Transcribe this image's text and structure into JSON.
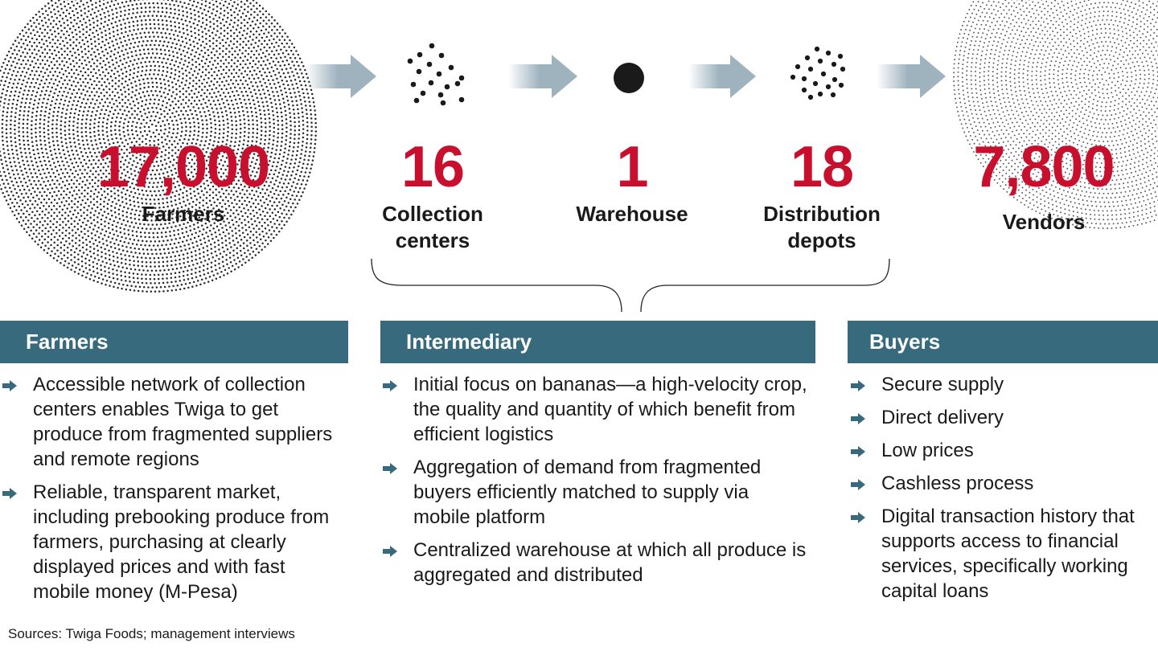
{
  "stats": [
    {
      "number": "17,000",
      "label": "Farmers"
    },
    {
      "number": "16",
      "label": "Collection centers"
    },
    {
      "number": "1",
      "label": "Warehouse"
    },
    {
      "number": "18",
      "label": "Distribution depots"
    },
    {
      "number": "7,800",
      "label": "Vendors"
    }
  ],
  "panels": {
    "farmers": {
      "title": "Farmers",
      "items": [
        "Accessible network of collection centers enables Twiga to get produce from fragmented suppliers and remote regions",
        "Reliable, transparent market, including prebooking produce from farmers, purchasing at clearly displayed prices and with fast mobile money (M-Pesa)"
      ]
    },
    "intermediary": {
      "title": "Intermediary",
      "items": [
        "Initial focus on bananas—a high-velocity crop, the quality and quantity of which benefit from efficient logistics",
        "Aggregation of demand from fragmented buyers efficiently matched to supply via mobile platform",
        "Centralized warehouse at which all produce is aggregated and distributed"
      ]
    },
    "buyers": {
      "title": "Buyers",
      "items": [
        "Secure supply",
        "Direct delivery",
        "Low prices",
        "Cashless process",
        "Digital transaction history that supports access to financial services, specifically working capital loans"
      ]
    }
  },
  "source": "Sources: Twiga Foods; management interviews",
  "colors": {
    "accent_red": "#c8102e",
    "panel_teal": "#386a7d",
    "arrow_blue": "#9fb3bf"
  }
}
